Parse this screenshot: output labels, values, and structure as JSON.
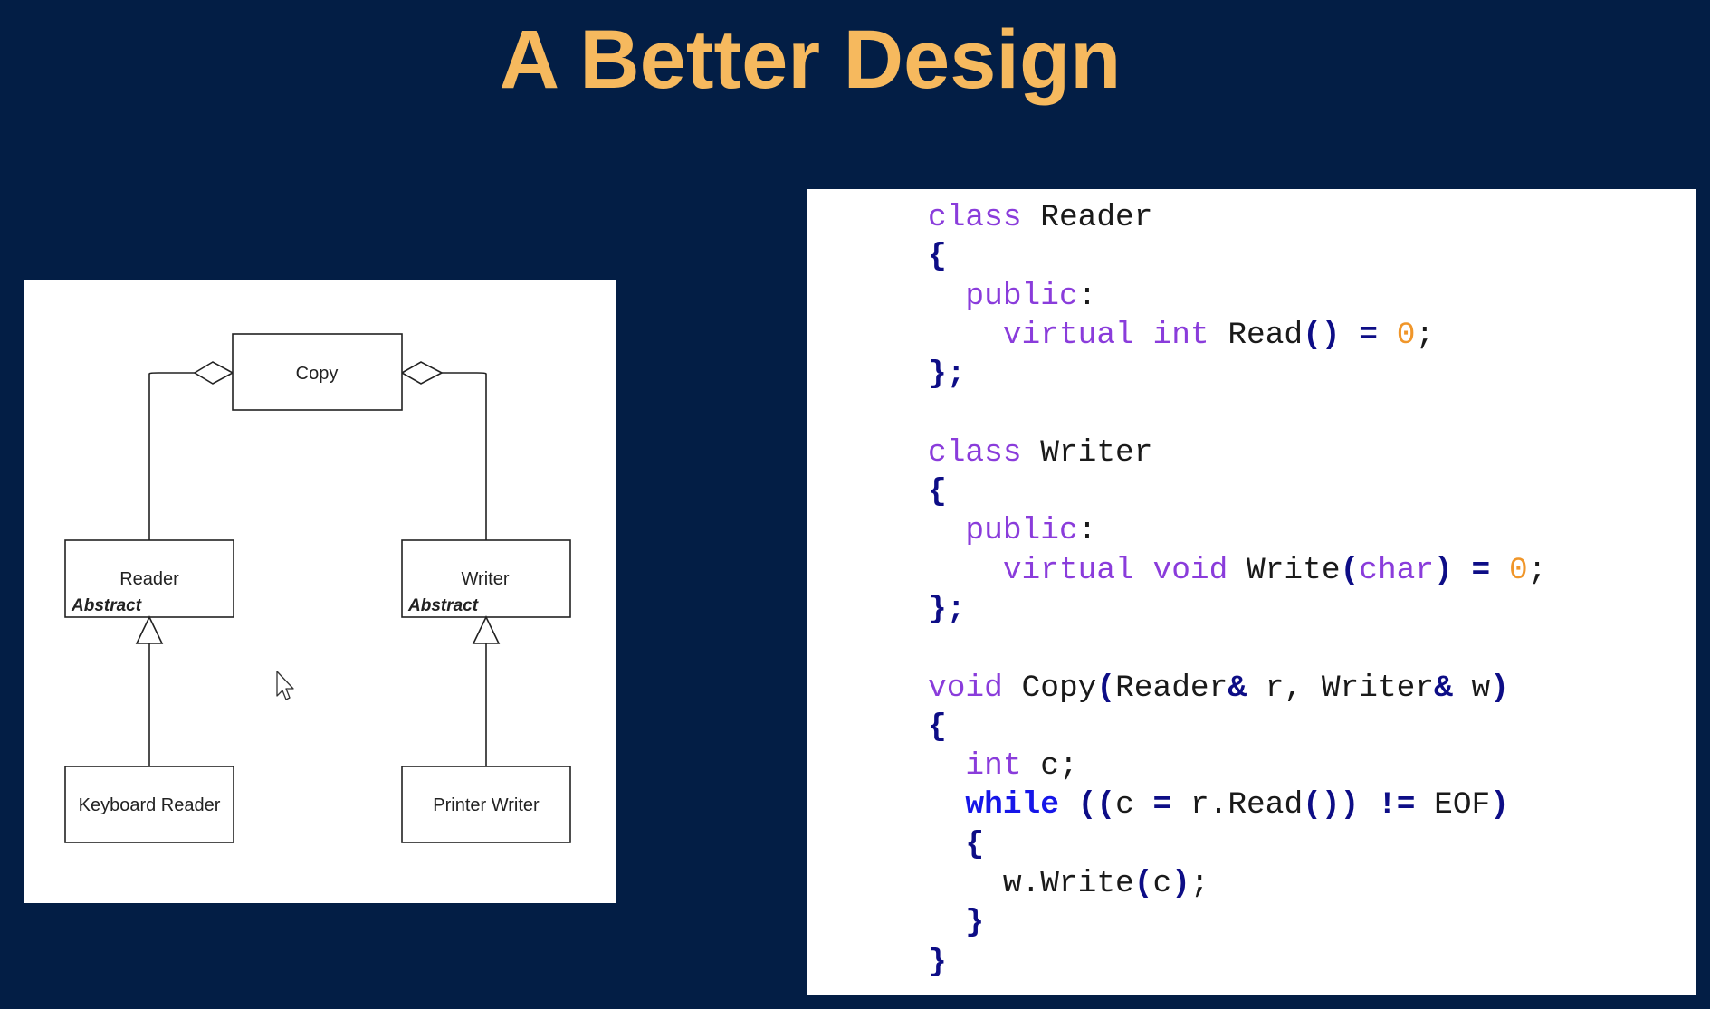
{
  "slide": {
    "title": "A Better Design"
  },
  "uml": {
    "copy": {
      "name": "Copy"
    },
    "reader": {
      "name": "Reader",
      "stereotype": "Abstract"
    },
    "writer": {
      "name": "Writer",
      "stereotype": "Abstract"
    },
    "keyboard_reader": {
      "name": "Keyboard Reader"
    },
    "printer_writer": {
      "name": "Printer Writer"
    }
  },
  "code": {
    "lines": [
      [
        [
          "kw",
          "class"
        ],
        [
          "id",
          " Reader"
        ]
      ],
      [
        [
          "br",
          "{"
        ]
      ],
      [
        [
          "id",
          "  "
        ],
        [
          "kw",
          "public"
        ],
        [
          "id",
          ":"
        ]
      ],
      [
        [
          "id",
          "    "
        ],
        [
          "kw",
          "virtual"
        ],
        [
          "id",
          " "
        ],
        [
          "kw",
          "int"
        ],
        [
          "id",
          " Read"
        ],
        [
          "br",
          "()"
        ],
        [
          "id",
          " "
        ],
        [
          "br",
          "="
        ],
        [
          "id",
          " "
        ],
        [
          "num",
          "0"
        ],
        [
          "id",
          ";"
        ]
      ],
      [
        [
          "br",
          "};"
        ]
      ],
      [],
      [
        [
          "kw",
          "class"
        ],
        [
          "id",
          " Writer"
        ]
      ],
      [
        [
          "br",
          "{"
        ]
      ],
      [
        [
          "id",
          "  "
        ],
        [
          "kw",
          "public"
        ],
        [
          "id",
          ":"
        ]
      ],
      [
        [
          "id",
          "    "
        ],
        [
          "kw",
          "virtual"
        ],
        [
          "id",
          " "
        ],
        [
          "kw",
          "void"
        ],
        [
          "id",
          " Write"
        ],
        [
          "br",
          "("
        ],
        [
          "kw",
          "char"
        ],
        [
          "br",
          ")"
        ],
        [
          "id",
          " "
        ],
        [
          "br",
          "="
        ],
        [
          "id",
          " "
        ],
        [
          "num",
          "0"
        ],
        [
          "id",
          ";"
        ]
      ],
      [
        [
          "br",
          "};"
        ]
      ],
      [],
      [
        [
          "kw",
          "void"
        ],
        [
          "id",
          " Copy"
        ],
        [
          "br",
          "("
        ],
        [
          "id",
          "Reader"
        ],
        [
          "br",
          "&"
        ],
        [
          "id",
          " r, Writer"
        ],
        [
          "br",
          "&"
        ],
        [
          "id",
          " w"
        ],
        [
          "br",
          ")"
        ]
      ],
      [
        [
          "br",
          "{"
        ]
      ],
      [
        [
          "id",
          "  "
        ],
        [
          "kw",
          "int"
        ],
        [
          "id",
          " c;"
        ]
      ],
      [
        [
          "id",
          "  "
        ],
        [
          "kwb",
          "while"
        ],
        [
          "id",
          " "
        ],
        [
          "br",
          "(("
        ],
        [
          "id",
          "c "
        ],
        [
          "br",
          "="
        ],
        [
          "id",
          " r.Read"
        ],
        [
          "br",
          "())"
        ],
        [
          "id",
          " "
        ],
        [
          "br",
          "!="
        ],
        [
          "id",
          " EOF"
        ],
        [
          "br",
          ")"
        ]
      ],
      [
        [
          "id",
          "  "
        ],
        [
          "br",
          "{"
        ]
      ],
      [
        [
          "id",
          "    w.Write"
        ],
        [
          "br",
          "("
        ],
        [
          "id",
          "c"
        ],
        [
          "br",
          ")"
        ],
        [
          "id",
          ";"
        ]
      ],
      [
        [
          "id",
          "  "
        ],
        [
          "br",
          "}"
        ]
      ],
      [
        [
          "br",
          "}"
        ]
      ]
    ]
  }
}
